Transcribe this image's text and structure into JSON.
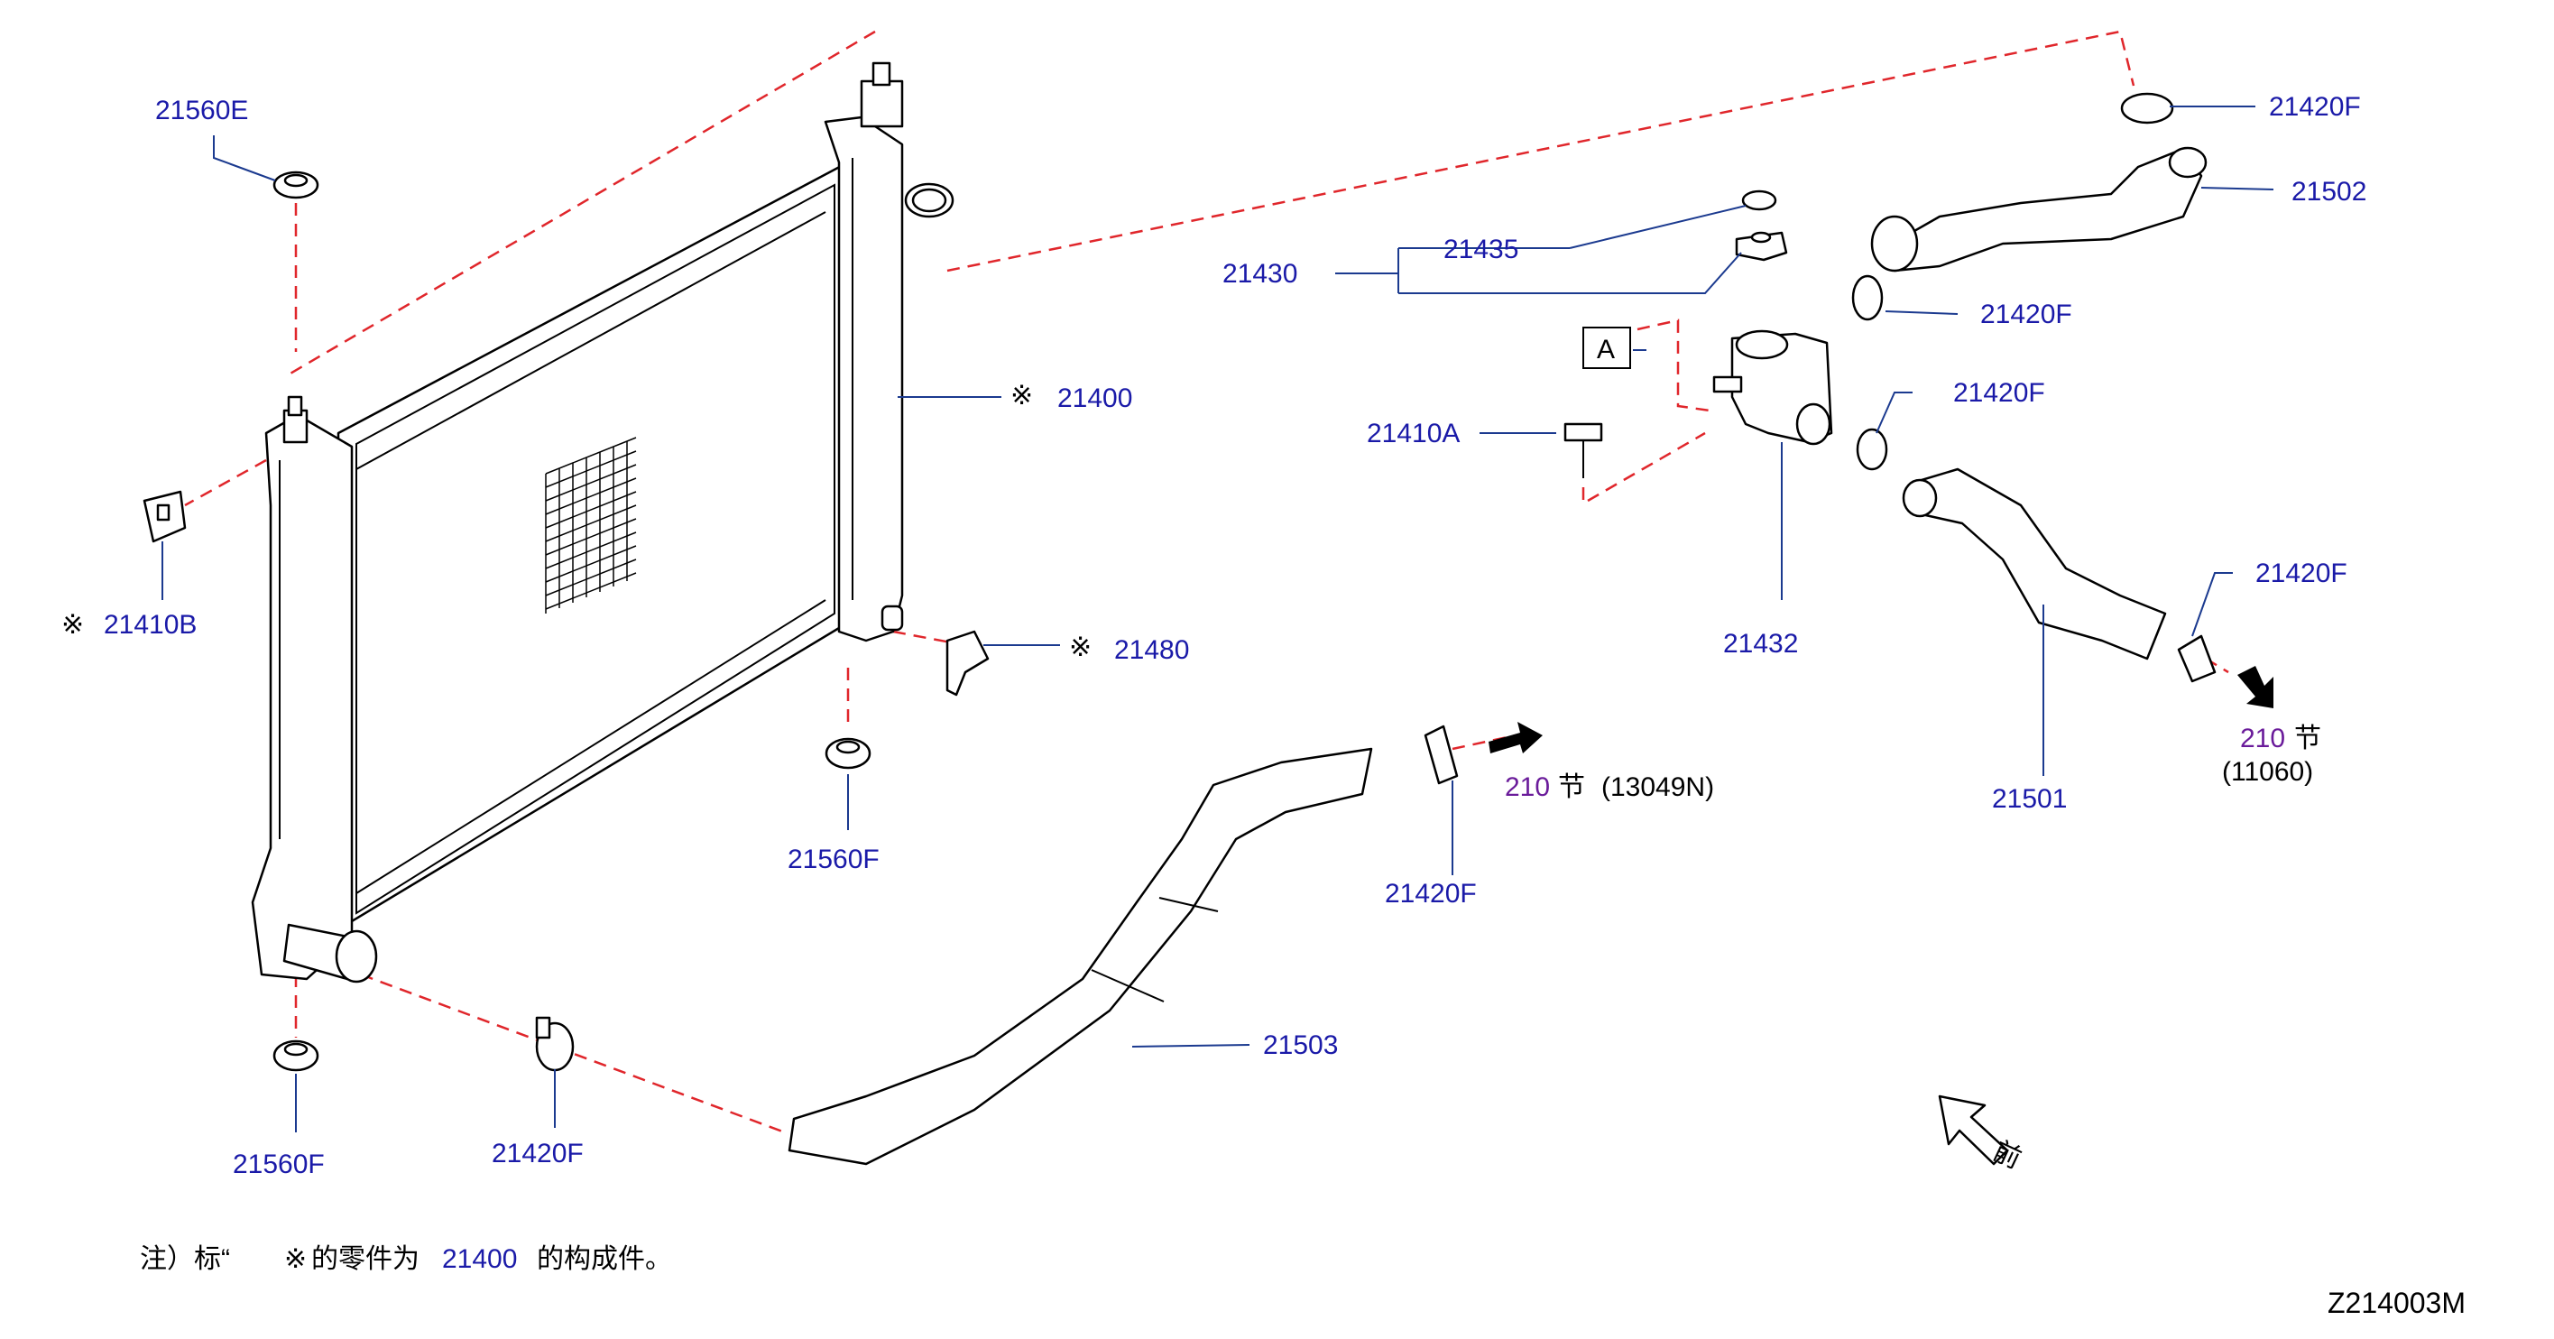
{
  "parts": {
    "p21560E": "21560E",
    "p21410B": "21410B",
    "p21400": "21400",
    "p21480": "21480",
    "p21560F_a": "21560F",
    "p21560F_b": "21560F",
    "p21420F_bot": "21420F",
    "p21503": "21503",
    "p21420F_mid": "21420F",
    "p21430": "21430",
    "p21435": "21435",
    "p21410A": "21410A",
    "p21432": "21432",
    "p21420F_top": "21420F",
    "p21502": "21502",
    "p21420F_r1": "21420F",
    "p21420F_r2": "21420F",
    "p21420F_r3": "21420F",
    "p21501": "21501"
  },
  "marks": {
    "asterisk": "※",
    "box_a": "A"
  },
  "refs": {
    "ref1_sec": "210",
    "ref1_jie": "节",
    "ref1_code": "(13049N)",
    "ref2_sec": "210",
    "ref2_jie": "节",
    "ref2_code": "(11060)"
  },
  "front_label": "前",
  "note": {
    "prefix": "注）标“",
    "mark": "※",
    "mid": "的零件为",
    "part": "21400",
    "suffix": "的构成件。"
  },
  "diagram_id": "Z214003M",
  "colors": {
    "part_blue": "#1a1aa8",
    "section_purple": "#6a1b9a",
    "dash_red": "#e0262b",
    "leader_blue": "#1b3a8f"
  }
}
